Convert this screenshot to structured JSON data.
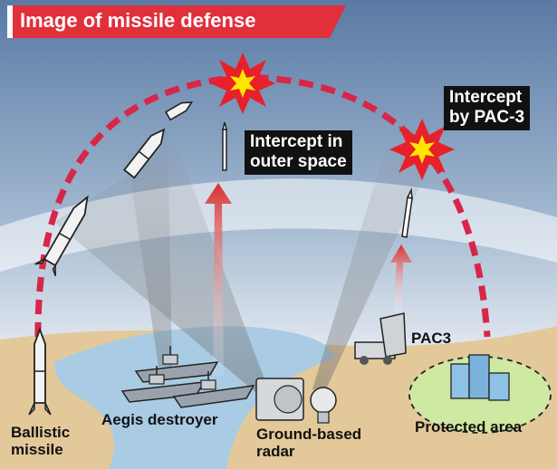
{
  "title": "Image of missile defense",
  "labels": {
    "ballistic_missile": "Ballistic\nmissile",
    "aegis_destroyer": "Aegis destroyer",
    "ground_radar": "Ground-based\nradar",
    "pac3": "PAC3",
    "protected_area": "Protected area",
    "intercept_outer": "Intercept in\nouter space",
    "intercept_pac3": "Intercept\nby PAC-3"
  },
  "colors": {
    "title_banner": "#e0303a",
    "trajectory": "#d7264a",
    "sky_top": "#5f7fa8",
    "sky_bottom": "#e8eef4",
    "land": "#e3c99a",
    "sea": "#a9cbe4",
    "protected_zone": "#cfe8a2",
    "interceptor_arrow": "#d8312e",
    "explosion_outer": "#e8202a",
    "explosion_inner": "#ffe600"
  },
  "icons": [
    "explosion-icon",
    "missile-icon",
    "interceptor-icon",
    "destroyer-icon",
    "radar-icon",
    "launcher-icon",
    "building-icon"
  ]
}
